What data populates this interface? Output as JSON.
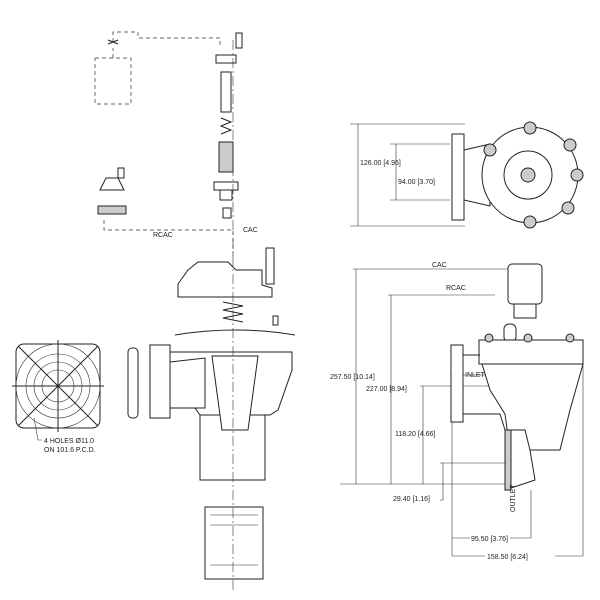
{
  "exploded_view": {
    "cac_label": "CAC",
    "rcac_label": "RCAC"
  },
  "flange_view": {
    "holes_note_1": "4  HOLES  Ø11.0",
    "holes_note_2": "ON  101.6  P.C.D."
  },
  "top_view": {
    "dim_overall_height": "126.00 [4.96]",
    "dim_inner_height": "94.00 [3.70]"
  },
  "side_view": {
    "cac_label": "CAC",
    "rcac_label": "RCAC",
    "inlet_label": "INLET",
    "outlet_label": "OUTLET",
    "dim_cac_height": "257.50 [10.14]",
    "dim_rcac_height": "227.00 [8.94]",
    "dim_inlet_height": "118.20 [4.66]",
    "dim_outlet_offset": "29.40 [1.16]",
    "dim_outlet_center": "95.50 [3.76]",
    "dim_overall_width": "158.50 [6.24]"
  }
}
